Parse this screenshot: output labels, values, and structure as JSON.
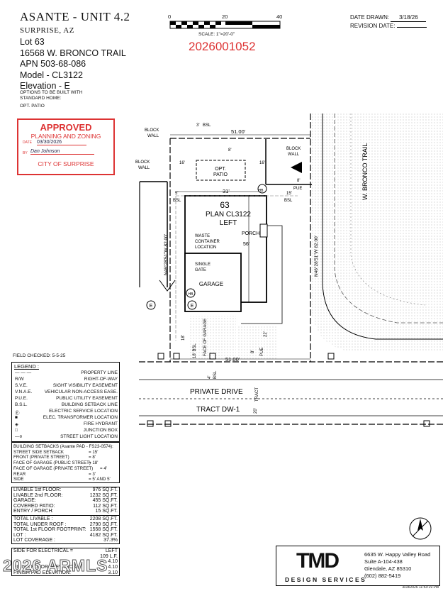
{
  "header": {
    "title": "ASANTE - UNIT 4.2",
    "city": "SURPRISE, AZ",
    "lot": "Lot 63",
    "address": "16568 W. BRONCO TRAIL",
    "apn": "APN 503-68-086",
    "model": "Model - CL3122",
    "elevation": "Elevation - E",
    "options_note_1": "OPTIONS TO BE BUILT WITH",
    "options_note_2": "STANDARD HOME:",
    "options": "OPT. PATIO"
  },
  "scale": {
    "ticks": [
      "0",
      "20",
      "40"
    ],
    "label": "SCALE: 1\"=20'-0\""
  },
  "permit_number": "2026001052",
  "dates": {
    "drawn_label": "DATE DRAWN:",
    "drawn_value": "3/18/26",
    "revision_label": "REVISION DATE:"
  },
  "stamp": {
    "approved": "APPROVED",
    "dept": "PLANNING AND ZONING",
    "date_label": "DATE",
    "date_value": "03/30/2026",
    "by_label": "BY",
    "by_value": "Dan Johnson",
    "city": "CITY OF SURPRISE"
  },
  "plan": {
    "lot_number": "63",
    "plan_name": "PLAN CL3122",
    "handing": "LEFT",
    "street_name": "W. BRONCO TRAIL",
    "private_drive": "PRIVATE DRIVE",
    "tract": "TRACT DW-1",
    "tract_short": "TRACT",
    "labels": {
      "block_wall": "BLOCK",
      "block_wall_2": "WALL",
      "opt_patio_1": "OPT.",
      "opt_patio_2": "PATIO",
      "porch": "PORCH",
      "waste_1": "WASTE",
      "waste_2": "CONTAINER",
      "waste_3": "LOCATION",
      "gate_1": "SINGLE",
      "gate_2": "GATE",
      "garage": "GARAGE",
      "face_of_garage": "FACE OF GARAGE",
      "pue": "PUE",
      "bsl": "BSL",
      "hb": "HB",
      "e": "E",
      "bearing": "N46°28'51\"W 82.00'"
    },
    "dims": {
      "top_width": "51.00'",
      "bottom_width": "51.00'",
      "house_width": "31'",
      "house_depth": "56'",
      "rear_3": "3'",
      "rear_8": "8'",
      "rear_16a": "16'",
      "rear_16b": "16'",
      "side_5": "5'",
      "side_15": "15'",
      "pue_8": "8'",
      "front_18": "18'",
      "fog_18": "18' BSL",
      "front_22": "22'",
      "front_8": "8'",
      "drive_4": "4'",
      "drive_20": "20'"
    }
  },
  "field_checked": "FIELD CHECKED: 5-5-25",
  "legend": {
    "title": "LEGEND :",
    "items": [
      {
        "sym": "— — —",
        "label": "PROPERTY LINE"
      },
      {
        "sym": "R/W",
        "label": "RIGHT-OF-WAY"
      },
      {
        "sym": "S.V.E.",
        "label": "SIGHT VISIBILITY EASEMENT"
      },
      {
        "sym": "V.N.A.E.",
        "label": "VEHICULAR NON-ACCESS EASE."
      },
      {
        "sym": "P.U.E.",
        "label": "PUBLIC UTILITY EASEMENT"
      },
      {
        "sym": "B.S.L.",
        "label": "BUILDING SETBACK LINE"
      },
      {
        "sym": "Ⓔ",
        "label": "ELECTRIC SERVICE LOCATION"
      },
      {
        "sym": "■",
        "label": "ELEC. TRANSFORMER LOCATION"
      },
      {
        "sym": "◈",
        "label": "FIRE HYDRANT"
      },
      {
        "sym": "□",
        "label": "JUNCTION BOX"
      },
      {
        "sym": "—¤",
        "label": "STREET LIGHT LOCATION"
      }
    ]
  },
  "setbacks": {
    "title": "BUILDING SETBACKS (Asante PAD - FS23-0574):",
    "rows": [
      {
        "label": "STREET SIDE SETBACK",
        "value": "= 15'"
      },
      {
        "label": "FRONT (PRIVATE STREET)",
        "value": "= 8'"
      },
      {
        "label": "FACE OF GARAGE (PUBLIC STREET)",
        "value": "= 18'"
      },
      {
        "label": "FACE OF GARAGE (PRIVATE STREET)",
        "value": "= 4'"
      },
      {
        "label": "REAR",
        "value": "= 3'"
      },
      {
        "label": "SIDE",
        "value": "= 5' AND 5'"
      }
    ]
  },
  "areas": {
    "group1": [
      {
        "label": "LIVABLE 1st FLOOR:",
        "value": "976 SQ.FT."
      },
      {
        "label": "LIVABLE 2nd FLOOR:",
        "value": "1232 SQ.FT."
      },
      {
        "label": "GARAGE:",
        "value": "455 SQ.FT."
      },
      {
        "label": "COVERED PATIO:",
        "value": "112 SQ.FT."
      },
      {
        "label": "ENTRY / PORCH:",
        "value": "15 SQ.FT."
      }
    ],
    "group2": [
      {
        "label": "TOTAL LIVABLE :",
        "value": "2208 SQ.FT."
      },
      {
        "label": "TOTAL UNDER ROOF :",
        "value": "2790 SQ.FT."
      },
      {
        "label": "TOTAL 1st FLOOR FOOTPRINT:",
        "value": "1558 SQ.FT."
      },
      {
        "label": "LOT :",
        "value": "4182 SQ.FT."
      },
      {
        "label": "LOT COVERAGE :",
        "value": "37.3%"
      }
    ]
  },
  "elevation_table": [
    {
      "label": "SIDE FOR ELECTRICAL =",
      "value": "LEFT"
    },
    {
      "label": "",
      "value": "109 L.F."
    },
    {
      "label": "",
      "value": "4.10"
    },
    {
      "label": "FINISH FLOOR ELEVATION:",
      "value": "4.10"
    },
    {
      "label": "FINISH PAD ELEVATION:",
      "value": "3.10"
    }
  ],
  "watermark": "2026 ARMLS",
  "titleblock": {
    "logo": "TMD",
    "tagline": "DESIGN SERVICES",
    "addr1": "6635 W. Happy Valley Road",
    "addr2": "Suite A-104-438",
    "addr3": "Glendale, AZ 85310",
    "phone": "(602) 882-5419"
  },
  "footer_timestamp": "3/18/2026 11:53:19 PM"
}
